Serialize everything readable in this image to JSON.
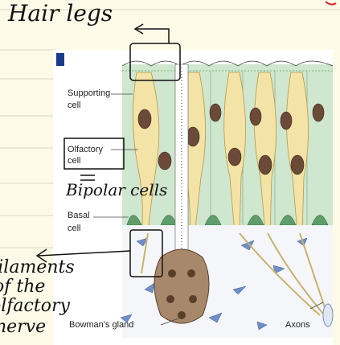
{
  "notes": {
    "hair_legs": "Hair legs",
    "bipolar": "Bipolar cells",
    "filaments_1": "Filaments",
    "filaments_2": "of the",
    "filaments_3": "olfactory",
    "filaments_4": "nerve"
  },
  "diagram": {
    "labels": {
      "supporting_1": "Supporting",
      "supporting_2": "cell",
      "olfactory_1": "Olfactory",
      "olfactory_2": "cell",
      "basal_1": "Basal",
      "basal_2": "cell",
      "bowmans": "Bowman's gland",
      "axons": "Axons"
    }
  },
  "colors": {
    "supporting": "#cfe6cf",
    "olfactory": "#f3e3a6",
    "nucleus": "#6b4a3a",
    "basal": "#5f9e6a",
    "gland": "#a8886a",
    "connective": "#6f8fc8",
    "accent": "#1a3a8a"
  }
}
